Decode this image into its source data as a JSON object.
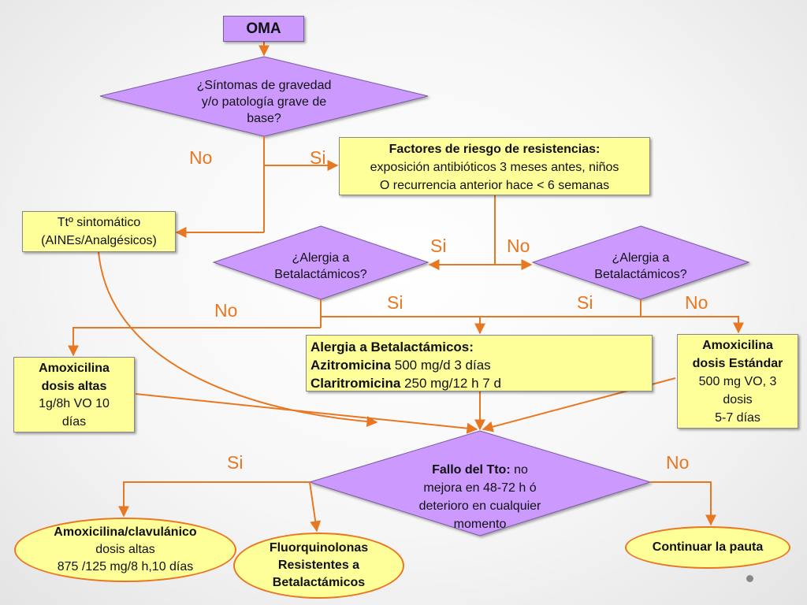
{
  "colors": {
    "purple": "#cc99ff",
    "yellow": "#ffff99",
    "orange": "#e87722"
  },
  "oma": "OMA",
  "q_gravedad": [
    "¿Síntomas de gravedad",
    "y/o patología grave de",
    "base?"
  ],
  "factores": {
    "title": "Factores de riesgo de resistencias:",
    "line1": "exposición antibióticos 3 meses antes, niños",
    "line2": "O recurrencia anterior hace < 6 semanas"
  },
  "sintomatico": [
    "Ttº sintomático",
    "(AINEs/Analgésicos)"
  ],
  "alergia_left": [
    "¿Alergia a",
    "Betalactámicos?"
  ],
  "alergia_right": [
    "¿Alergia a",
    "Betalactámicos?"
  ],
  "amox_altas": {
    "title1": "Amoxicilina",
    "title2": "dosis altas",
    "line1": "1g/8h  VO 10",
    "line2": "días"
  },
  "alergia_box": {
    "title": "Alergia a Betalactámicos:",
    "azi_name": "Azitromicina",
    "azi_dose": " 500 mg/d 3 días",
    "cla_name": "Claritromicina",
    "cla_dose": " 250 mg/12 h 7 d"
  },
  "amox_estandar": {
    "title1": "Amoxicilina",
    "title2": "dosis Estándar",
    "line1": "500  mg VO, 3",
    "line2": "dosis",
    "line3": "5-7  días"
  },
  "fallo": {
    "bold": "Fallo del Tto:",
    "rest": " no",
    "line2": "mejora en 48-72 h ó",
    "line3": "deterioro en cualquier",
    "line4": "momento"
  },
  "clavulanico": {
    "title": "Amoxicilina/clavulánico",
    "line1": "dosis altas",
    "line2": "875 /125 mg/8 h,10 días"
  },
  "fluor": [
    "Fluorquinolonas",
    "Resistentes a",
    "Betalactámicos"
  ],
  "continuar": "Continuar la pauta",
  "labels": {
    "no_gravedad": "No",
    "si_gravedad": "Si",
    "si_factores": "Si",
    "no_factores": "No",
    "no_alergia_left": "No",
    "si_alergia_left": "Si",
    "si_alergia_right": "Si",
    "no_alergia_right": "No",
    "si_fallo": "Si",
    "no_fallo": "No"
  }
}
